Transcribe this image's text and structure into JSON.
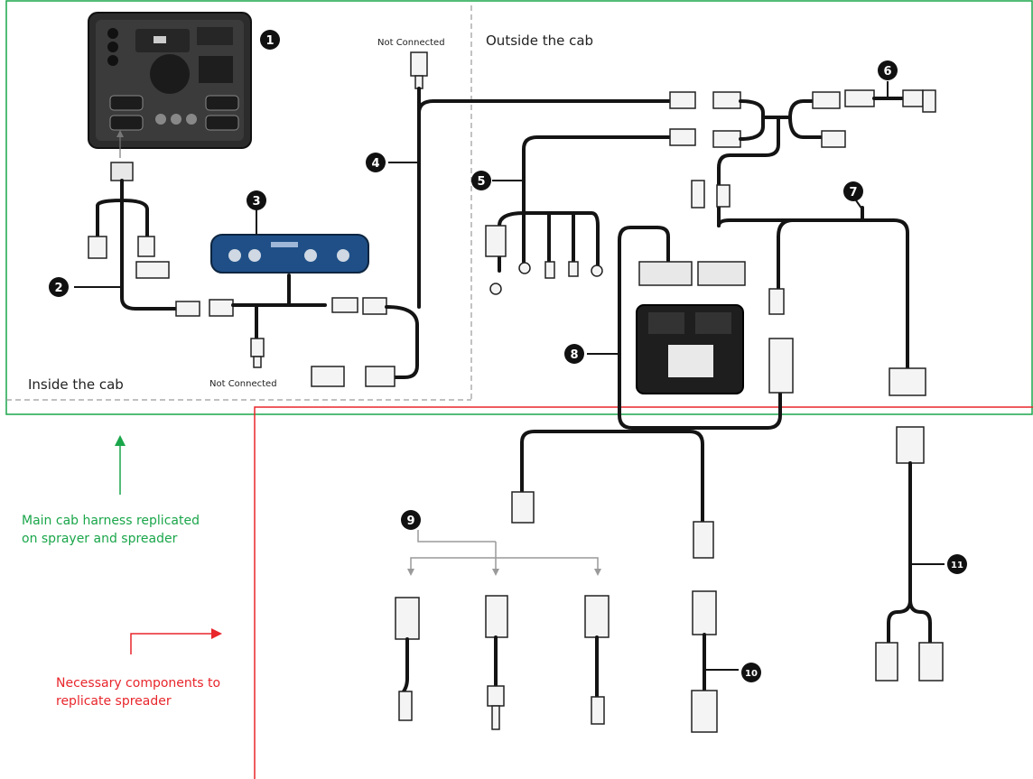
{
  "labels": {
    "inside_cab": "Inside the cab",
    "outside_cab": "Outside the cab",
    "not_connected_top": "Not Connected",
    "not_connected_bottom": "Not Connected",
    "green_note_line1": "Main cab harness replicated",
    "green_note_line2": "on sprayer and spreader",
    "red_note_line1": "Necessary components to",
    "red_note_line2": "replicate spreader"
  },
  "markers": [
    "1",
    "2",
    "3",
    "4",
    "5",
    "6",
    "7",
    "8",
    "9",
    "10",
    "11"
  ],
  "colors": {
    "green": "#1aa64a",
    "red": "#e8262c",
    "dash_gray": "#9a9a9a",
    "wire": "#141414",
    "marker": "#111111",
    "module_blue": "#1f4f86"
  },
  "icons": {
    "display": "display-unit-icon",
    "module": "trimble-module-icon",
    "ecu": "ecu-controller-icon"
  }
}
